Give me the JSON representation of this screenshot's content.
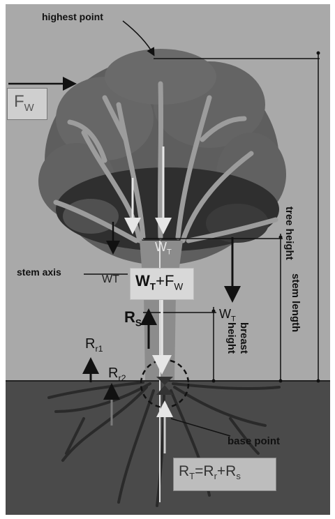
{
  "labels": {
    "highest_point": "highest point",
    "tree_height": "tree height",
    "stem_length": "stem length",
    "breast_height": "breast height",
    "stem_axis": "stem axis",
    "base_point": "base point"
  },
  "forces": {
    "fw_main": "F",
    "fw_sub": "W",
    "wt_main": "W",
    "wt_sub": "T",
    "wt_plus_main1": "W",
    "wt_plus_sub1": "T",
    "wt_plus_mid": "+F",
    "wt_plus_sub2": "W",
    "wt_side_main": "W",
    "wt_side_sub": "T",
    "wt_axis": "WT",
    "rs_main": "R",
    "rs_sub": "S",
    "rr1_main": "R",
    "rr1_sub": "r1",
    "rr2_main": "R",
    "rr2_sub": "r2",
    "rt_a": "R",
    "rt_a_sub": "T",
    "rt_b": "=R",
    "rt_b_sub": "r",
    "rt_c": "+R",
    "rt_c_sub": "s"
  },
  "colors": {
    "sky": "#a9a9a9",
    "ground": "#4a4a4a",
    "foliage": "#5e5e5e",
    "foliage_dark": "#2f2f2f",
    "trunk": "#8c8c8c",
    "roots": "#2a2a2a"
  }
}
